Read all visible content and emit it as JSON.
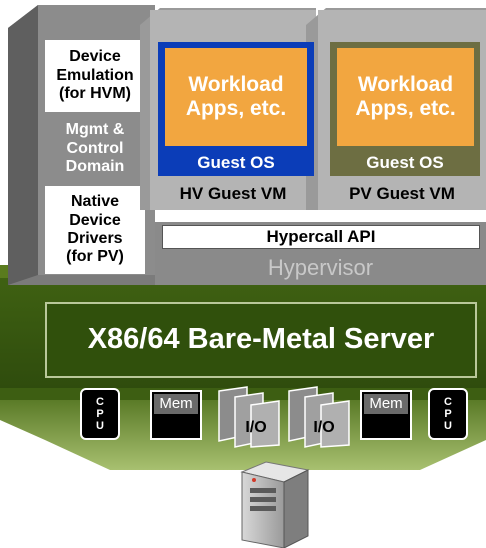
{
  "mgmt": {
    "device_emulation": "Device\nEmulation\n(for HVM)",
    "domain_label": "Mgmt &\nControl\nDomain",
    "native_drivers": "Native\nDevice\nDrivers\n(for PV)"
  },
  "hv_vm": {
    "workload": "Workload\nApps, etc.",
    "guest_os": "Guest OS",
    "label": "HV Guest VM"
  },
  "pv_vm": {
    "workload": "Workload\nApps, etc.",
    "guest_os": "Guest OS",
    "label": "PV Guest VM"
  },
  "hypercall": "Hypercall API",
  "hypervisor": "Hypervisor",
  "server": "X86/64 Bare-Metal Server",
  "components": {
    "cpu_left": "C\nP\nU",
    "mem_left": "Mem",
    "io_left": "I/O",
    "io_right": "I/O",
    "mem_right": "Mem",
    "cpu_right": "C\nP\nU"
  },
  "colors": {
    "orange": "#f2a640",
    "hv_blue": "#0b3db8",
    "pv_olive": "#6d6e42",
    "green_dark": "#2e4a10",
    "green_light": "#6d8f2a",
    "gray_panel": "#8a8a8a",
    "hypervisor_text": "#c8c8c8"
  },
  "icons": [
    "server-tower-icon",
    "cpu-chip-icon",
    "memory-module-icon",
    "io-card-icon"
  ]
}
